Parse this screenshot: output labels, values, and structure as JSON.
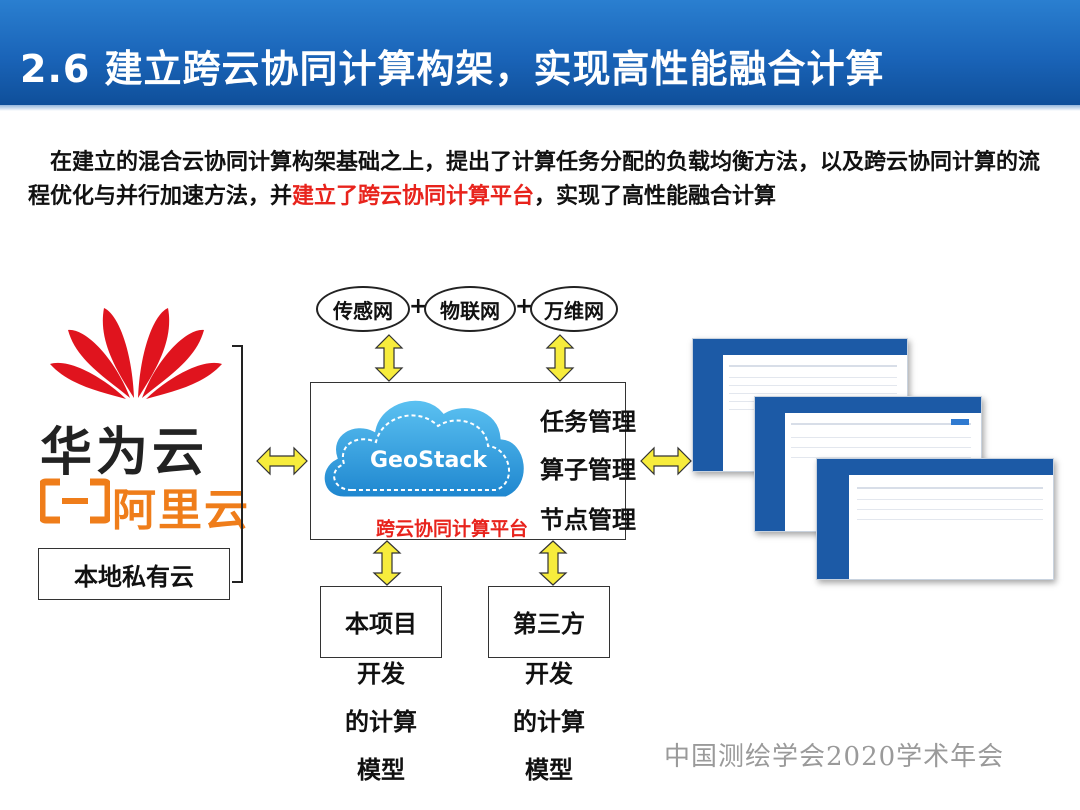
{
  "header": {
    "title": "2.6 建立跨云协同计算构架，实现高性能融合计算"
  },
  "intro": {
    "part1": "在建立的混合云协同计算构架基础之上，提出了计算任务分配的负载均衡方法，以及跨云协同计算的流程优化与并行加速方法，并",
    "highlight": "建立了跨云协同计算平台",
    "part2": "，实现了高性能融合计算"
  },
  "clouds": {
    "huawei": "华为云",
    "aliyun": "阿里云",
    "local": "本地私有云"
  },
  "networks": [
    {
      "label": "传感网"
    },
    {
      "label": "物联网"
    },
    {
      "label": "万维网"
    }
  ],
  "plus_sign": "+",
  "platform": {
    "logo_text": "GeoStack",
    "label": "跨云协同计算平台",
    "management": [
      "任务管理",
      "算子管理",
      "节点管理"
    ]
  },
  "models": [
    {
      "lines": [
        "本项目",
        "开发",
        "的计算",
        "模型"
      ]
    },
    {
      "lines": [
        "第三方",
        "开发",
        "的计算",
        "模型"
      ]
    }
  ],
  "footer": {
    "text": "中国测绘学会2020学术年会"
  },
  "colors": {
    "header_blue": "#1a64b8",
    "highlight_red": "#e8231c",
    "arrow_yellow": "#f7ec3c",
    "huawei_red": "#e0141e",
    "aliyun_orange": "#ef7d1a",
    "cloud_blue": "#2b9fe0"
  }
}
